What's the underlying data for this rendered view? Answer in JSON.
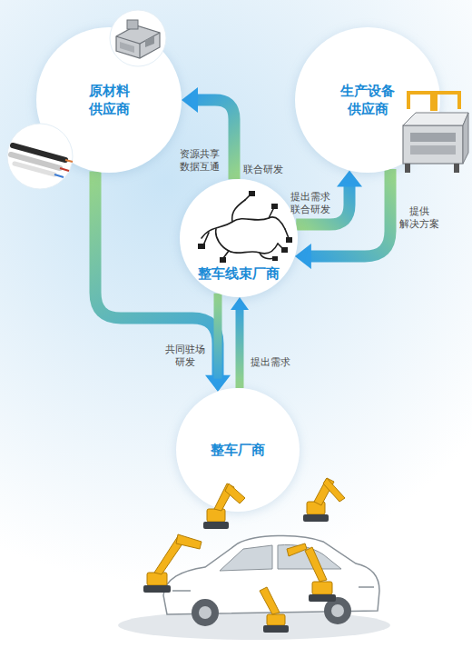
{
  "diagram": {
    "nodes": [
      {
        "text": [
          "原材料 供应商"
        ]
      },
      {
        "text": [
          "生产设备 供应商"
        ]
      },
      {
        "text": [
          "整车线束厂商"
        ]
      },
      {
        "text": [
          "整车厂商"
        ]
      }
    ],
    "edges": [
      {
        "from": 2,
        "to": 0,
        "arrow": "to",
        "label": "联合研发"
      },
      {
        "from": 2,
        "to": 1,
        "arrow": "to",
        "label": "提出需求 联合研发"
      },
      {
        "from": 1,
        "to": 2,
        "arrow": "to",
        "label": "提供 解决方案"
      },
      {
        "from": 0,
        "to": 3,
        "arrow": "to"
      },
      {
        "from": 2,
        "to": 3,
        "arrow": "to",
        "label": "共同驻场 研发"
      },
      {
        "from": 3,
        "to": 2,
        "arrow": "to",
        "label": "提出需求"
      }
    ],
    "labels": [
      "资源共享 数据互通"
    ]
  }
}
